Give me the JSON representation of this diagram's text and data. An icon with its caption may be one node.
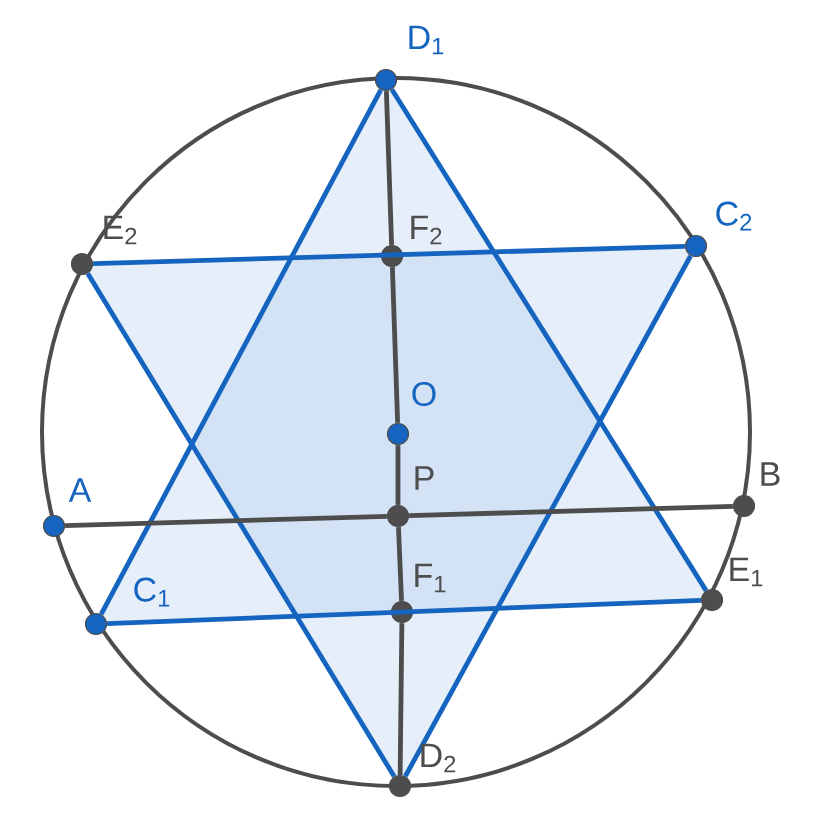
{
  "diagram": {
    "nodes": [
      {
        "text": [
          "D$_{1}$"
        ]
      },
      {
        "text": [
          "E$_{2}$"
        ]
      },
      {
        "text": [
          "F$_{2}$"
        ]
      },
      {
        "text": [
          "C$_{2}$"
        ]
      },
      {
        "text": [
          "O"
        ]
      },
      {
        "text": [
          "A"
        ]
      },
      {
        "text": [
          "P"
        ]
      },
      {
        "text": [
          "B"
        ]
      },
      {
        "text": [
          "C$_{1}$"
        ]
      },
      {
        "text": [
          "F$_{1}$"
        ]
      },
      {
        "text": [
          "E$_{1}$"
        ]
      },
      {
        "text": [
          "D$_{2}$"
        ]
      }
    ],
    "edges": [
      {
        "from": 0,
        "to": 8,
        "arrow": "none",
        "color": "#1565c0"
      },
      {
        "from": 8,
        "to": 10,
        "arrow": "none",
        "color": "#1565c0"
      },
      {
        "from": 10,
        "to": 0,
        "arrow": "none",
        "color": "#1565c0"
      },
      {
        "from": 11,
        "to": 1,
        "arrow": "none",
        "color": "#1565c0"
      },
      {
        "from": 1,
        "to": 3,
        "arrow": "none",
        "color": "#1565c0"
      },
      {
        "from": 3,
        "to": 11,
        "arrow": "none",
        "color": "#1565c0"
      },
      {
        "from": 0,
        "to": 2,
        "arrow": "none"
      },
      {
        "from": 2,
        "to": 4,
        "arrow": "none"
      },
      {
        "from": 4,
        "to": 6,
        "arrow": "none"
      },
      {
        "from": 6,
        "to": 9,
        "arrow": "none"
      },
      {
        "from": 9,
        "to": 11,
        "arrow": "none"
      },
      {
        "from": 5,
        "to": 6,
        "arrow": "none"
      },
      {
        "from": 6,
        "to": 7,
        "arrow": "none"
      }
    ]
  }
}
